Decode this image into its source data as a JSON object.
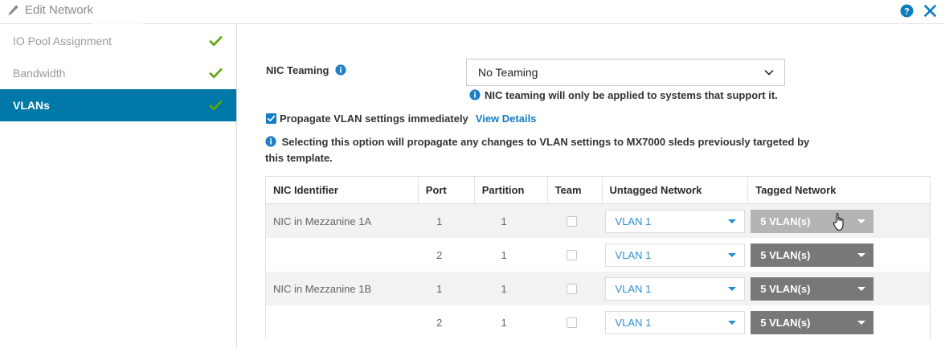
{
  "window": {
    "title": "Edit Network",
    "pencil_icon": "pencil-icon",
    "help_icon": "help-icon",
    "close_icon": "close-icon"
  },
  "sidebar": {
    "items": [
      {
        "label": "IO Pool Assignment",
        "completed": true,
        "active": false
      },
      {
        "label": "Bandwidth",
        "completed": true,
        "active": false
      },
      {
        "label": "VLANs",
        "completed": true,
        "active": true
      }
    ]
  },
  "form": {
    "nic_teaming_label": "NIC Teaming",
    "nic_teaming_value": "No Teaming",
    "nic_teaming_note": "NIC teaming will only be applied to systems that support it.",
    "propagate_label": "Propagate VLAN settings immediately",
    "propagate_checked": true,
    "view_details_label": "View Details",
    "propagate_note": "Selecting this option will propagate any changes to VLAN settings to MX7000 sleds previously targeted by this template."
  },
  "table": {
    "columns": [
      "NIC Identifier",
      "Port",
      "Partition",
      "Team",
      "Untagged Network",
      "Tagged Network"
    ],
    "rows": [
      {
        "nic": "NIC in Mezzanine 1A",
        "port": "1",
        "partition": "1",
        "team_checked": false,
        "untagged": "VLAN 1",
        "tagged": "5 VLAN(s)",
        "tagged_hover": true
      },
      {
        "nic": "",
        "port": "2",
        "partition": "1",
        "team_checked": false,
        "untagged": "VLAN 1",
        "tagged": "5 VLAN(s)",
        "tagged_hover": false
      },
      {
        "nic": "NIC in Mezzanine 1B",
        "port": "1",
        "partition": "1",
        "team_checked": false,
        "untagged": "VLAN 1",
        "tagged": "5 VLAN(s)",
        "tagged_hover": false
      },
      {
        "nic": "",
        "port": "2",
        "partition": "1",
        "team_checked": false,
        "untagged": "VLAN 1",
        "tagged": "5 VLAN(s)",
        "tagged_hover": false
      }
    ]
  },
  "colors": {
    "accent_blue": "#0078a8",
    "link_blue": "#0f7dc2",
    "info_blue": "#1d7fc4",
    "check_green": "#5aa700",
    "tagged_gray": "#787878",
    "tagged_gray_hover": "#b4b4b4"
  }
}
